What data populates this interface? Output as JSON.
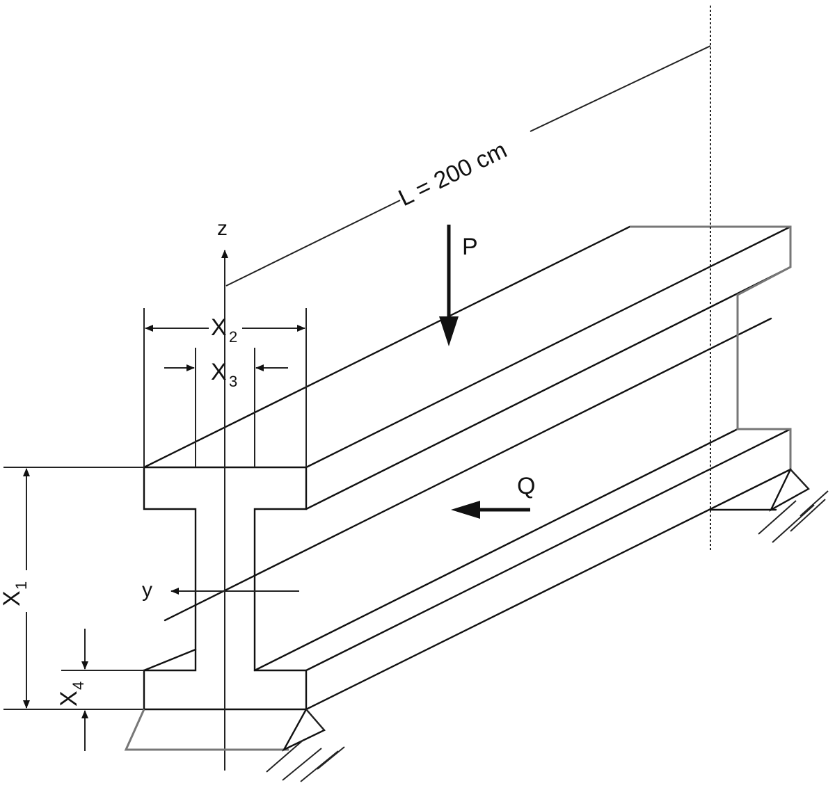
{
  "figure": {
    "length_label": "L = 200 cm",
    "load_p": "P",
    "load_q": "Q",
    "axis_z": "z",
    "axis_y": "y",
    "dim_x1": {
      "main": "X",
      "sub": "1"
    },
    "dim_x2": {
      "main": "X",
      "sub": "2"
    },
    "dim_x3": {
      "main": "X",
      "sub": "3"
    },
    "dim_x4": {
      "main": "X",
      "sub": "4"
    }
  }
}
